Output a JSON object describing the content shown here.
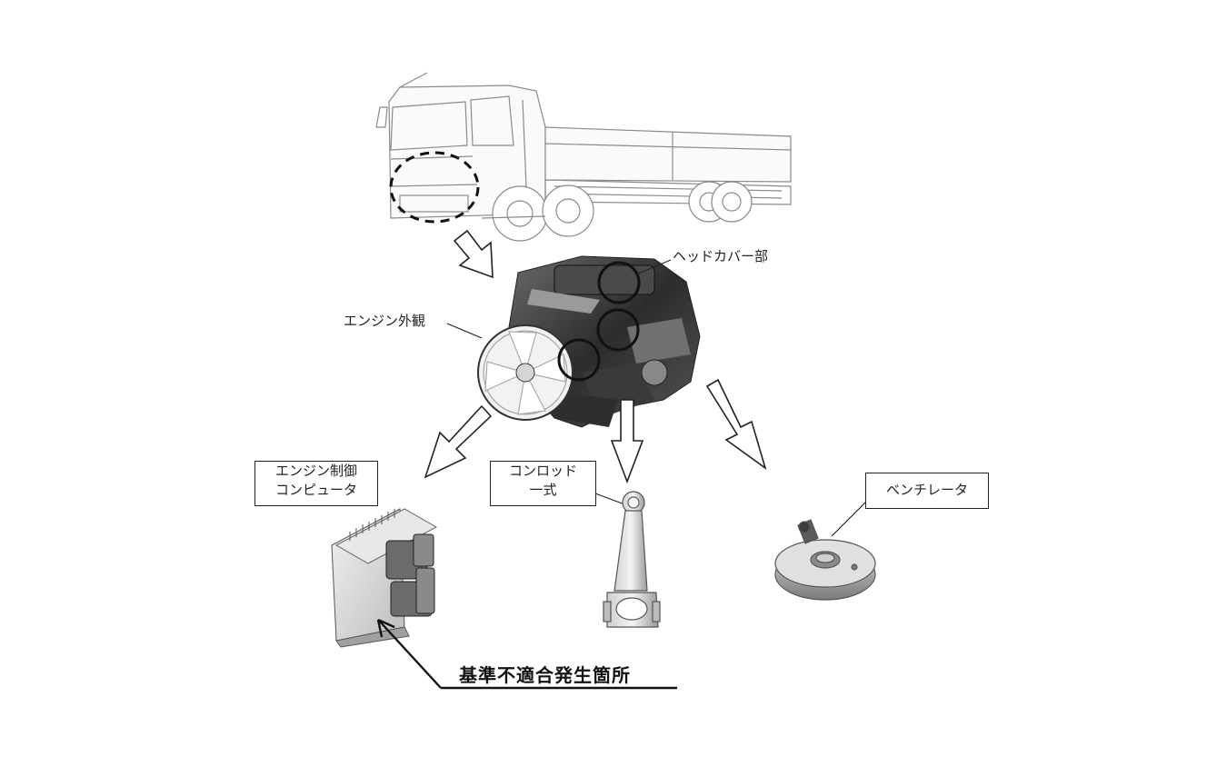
{
  "labels": {
    "head_cover": "ヘッドカバー部",
    "engine_exterior": "エンジン外観",
    "ecu_line1": "エンジン制御",
    "ecu_line2": "コンピュータ",
    "conrod_line1": "コンロッド",
    "conrod_line2": "一式",
    "ventilator": "ベンチレータ"
  },
  "caption": "基準不適合発生箇所",
  "icons": [
    "truck-illustration",
    "engine-illustration",
    "ecu-illustration",
    "connecting-rod-illustration",
    "ventilator-illustration",
    "callout-arrow-icon"
  ]
}
